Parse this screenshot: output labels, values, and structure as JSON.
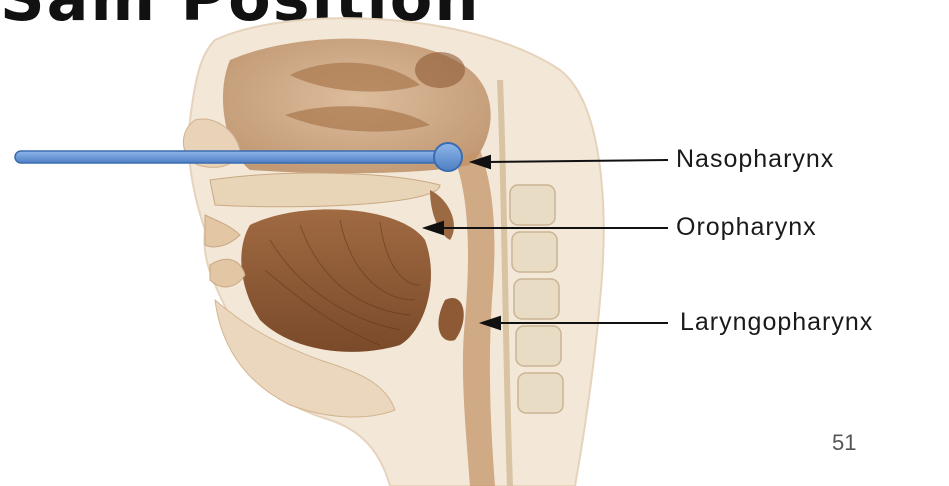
{
  "title": "Sam Position",
  "labels": {
    "nasopharynx": "Nasopharynx",
    "oropharynx": "Oropharynx",
    "laryngopharynx": "Laryngopharynx"
  },
  "page_number": "51",
  "colors": {
    "pointer": "#5b8fd6",
    "pointer_outline": "#3a6cb0",
    "tissue": "#c9a17c",
    "tongue": "#8e5a35",
    "bone": "#efe3cf",
    "leader": "#111111"
  }
}
